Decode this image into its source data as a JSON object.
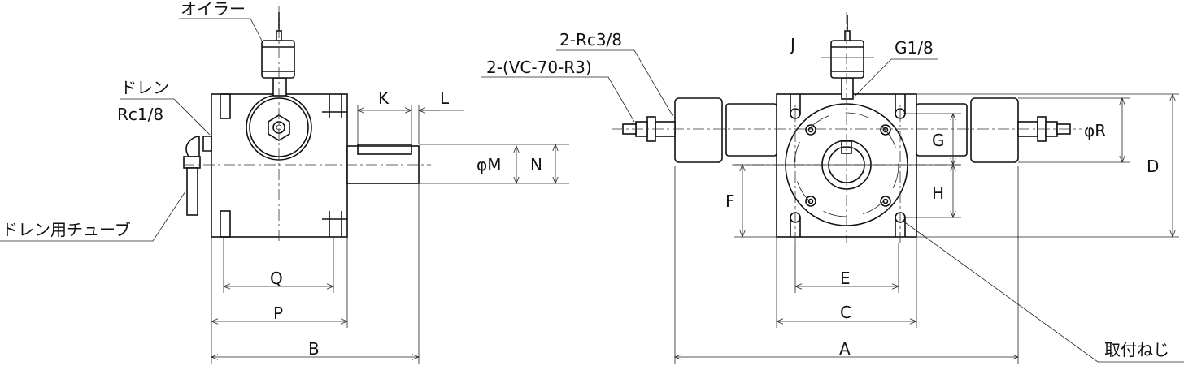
{
  "left_view": {
    "oiler": "オイラー",
    "drain": "ドレン",
    "drain_size": "Rc1/8",
    "drain_tube": "ドレン用チューブ",
    "dims": {
      "K": "K",
      "L": "L",
      "M": "φM",
      "N": "N",
      "Q": "Q",
      "P": "P",
      "B": "B"
    }
  },
  "right_view": {
    "port": "2-Rc3/8",
    "valve": "2-(VC-70-R3)",
    "oil_port": "G1/8",
    "mount_screw": "取付ねじ",
    "dims": {
      "J": "J",
      "R": "φR",
      "G": "G",
      "H": "H",
      "D": "D",
      "F": "F",
      "E": "E",
      "C": "C",
      "A": "A"
    }
  }
}
